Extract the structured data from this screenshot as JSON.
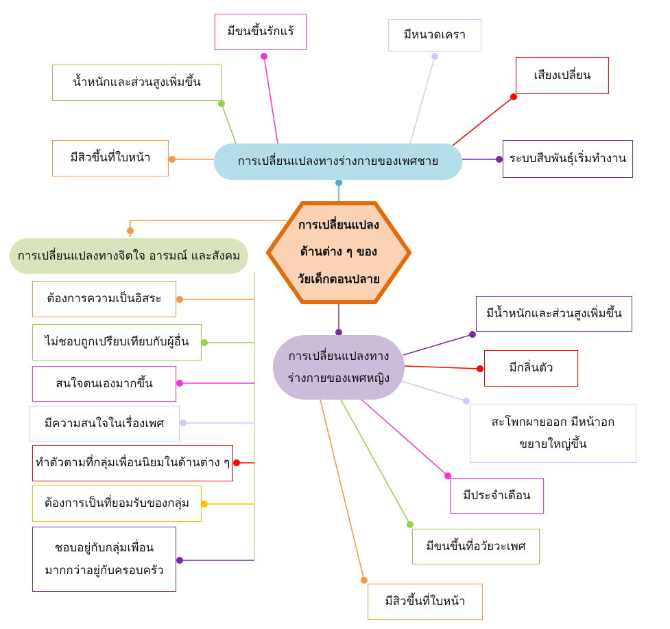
{
  "center": {
    "text_lines": [
      "การเปลี่ยนแปลง",
      "ด้านต่าง ๆ ของ",
      "วัยเด็กตอนปลาย"
    ]
  },
  "branches": {
    "male": {
      "title": "การเปลี่ยนแปลงทางร่างกายของเพศชาย",
      "items": [
        "มีขนขึ้นรักแร้",
        "มีหนวดเครา",
        "เสียงเปลี่ยน",
        "น้ำหนักและส่วนสูงเพิ่มขึ้น",
        "มีสิวขึ้นที่ใบหน้า",
        "ระบบสืบพันธุ์เริ่มทำงาน"
      ]
    },
    "mind": {
      "title": "การเปลี่ยนแปลงทางจิตใจ อารมณ์ และสังคม",
      "items": [
        "ต้องการความเป็นอิสระ",
        "ไม่ชอบถูกเปรียบเทียบกับผู้อื่น",
        "สนใจตนเองมากขึ้น",
        "มีความสนใจในเรื่องเพศ",
        "ทำตัวตามที่กลุ่มเพื่อนนิยมในด้านต่าง ๆ",
        "ต้องการเป็นที่ยอมรับของกลุ่ม",
        "ชอบอยู่กับกลุ่มเพื่อน\nมากกว่าอยู่กับครอบครัว"
      ]
    },
    "female": {
      "title_lines": [
        "การเปลี่ยนแปลงทาง",
        "ร่างกายของเพศหญิง"
      ],
      "items": [
        "มีน้ำหนักและส่วนสูงเพิ่มขึ้น",
        "มีกลิ่นตัว",
        "สะโพกผายออก มีหน้าอก\nขยายใหญ่ขึ้น",
        "มีประจำเดือน",
        "มีขนขึ้นที่อวัยวะเพศ",
        "มีสิวขึ้นที่ใบหน้า"
      ]
    }
  },
  "colors": {
    "center_fill": "#fbd3b4",
    "center_border": "#e26b0a",
    "male_fill": "#b3dde8",
    "mind_fill": "#d7e4bd",
    "female_fill": "#cbbcda",
    "orange": "#f79646",
    "pink": "#ff33cc",
    "lavender": "#ccccff",
    "red": "#ff0000",
    "green": "#92d050",
    "purple": "#7030a0",
    "blue": "#4bacc6",
    "yellow": "#ffc000"
  }
}
